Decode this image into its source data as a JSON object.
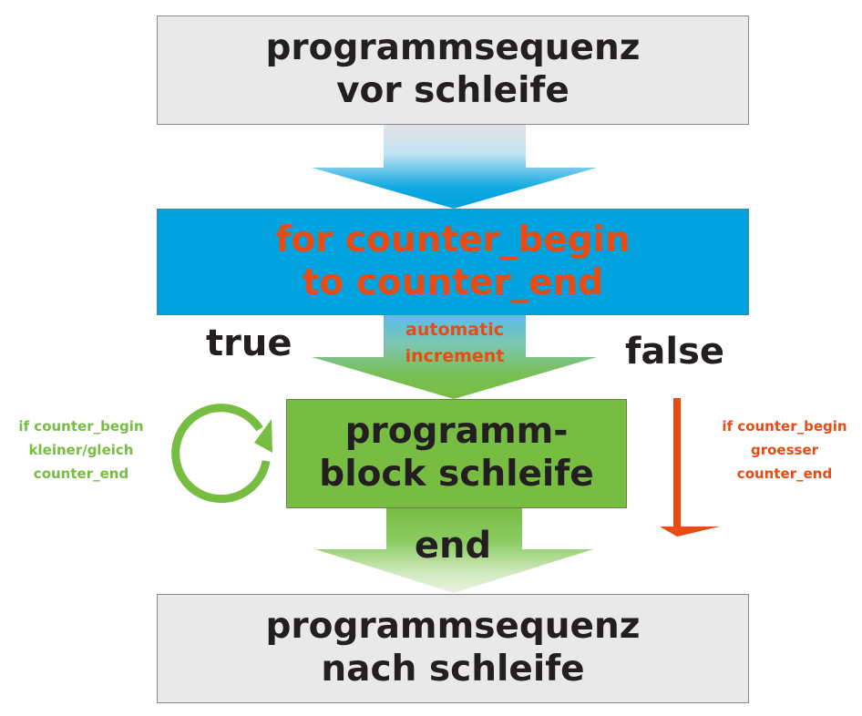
{
  "colors": {
    "gray_box": "#e9e9e9",
    "blue_box": "#00a2e0",
    "green_box": "#76bd42",
    "orange_text": "#e94b12",
    "green_text": "#76bd42",
    "dark_text": "#231f20"
  },
  "boxes": {
    "before_loop": {
      "line1": "programmsequenz",
      "line2": "vor schleife"
    },
    "for_header": {
      "line1": "for counter_begin",
      "line2": "to counter_end"
    },
    "loop_block": {
      "line1": "programm-",
      "line2": "block schleife"
    },
    "after_loop": {
      "line1": "programmsequenz",
      "line2": "nach schleife"
    }
  },
  "labels": {
    "true": "true",
    "false": "false",
    "end": "end",
    "increment_line1": "automatic",
    "increment_line2": "increment",
    "left_condition": [
      "if counter_begin",
      "kleiner/gleich",
      "counter_end"
    ],
    "right_condition": [
      "if counter_begin",
      "groesser",
      "counter_end"
    ]
  }
}
